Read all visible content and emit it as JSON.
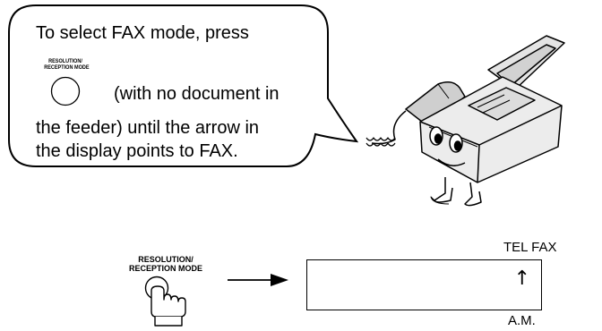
{
  "bubble": {
    "line1": "To select FAX mode, press",
    "line2": "(with no document in",
    "line3": "the feeder) until the arrow in",
    "line4": "the display points to FAX."
  },
  "bubble_button": {
    "label_top": "RESOLUTION/",
    "label_bottom": "RECEPTION MODE"
  },
  "bottom_button": {
    "label_top": "RESOLUTION/",
    "label_bottom": "RECEPTION MODE"
  },
  "display": {
    "mode_labels": "TEL FAX",
    "arrow_glyph": "↑",
    "time_indicator": "A.M."
  }
}
